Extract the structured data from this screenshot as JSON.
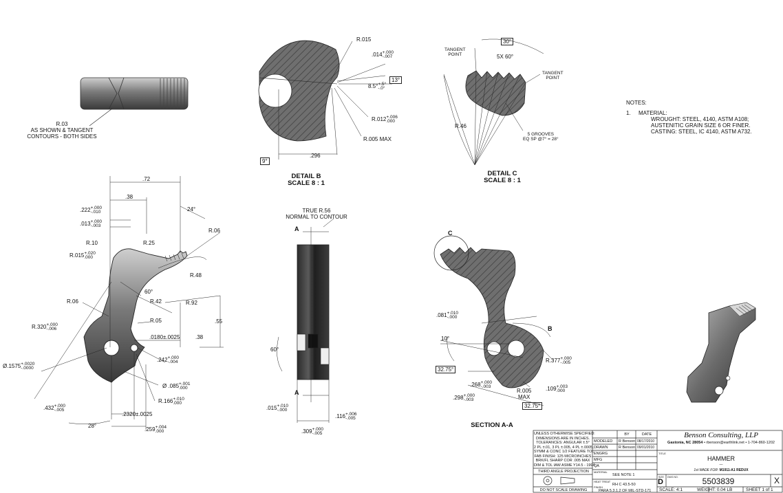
{
  "notes": {
    "heading": "NOTES:",
    "item_no": "1.",
    "lines": [
      "MATERIAL:",
      "WROUGHT:  STEEL, 4140, ASTM A108;",
      "AUSTENITIC GRAIN SIZE 6 OR FINER.",
      "CASTING:  STEEL, IC 4140, ASTM A732."
    ]
  },
  "views": {
    "detail_b": {
      "title": "DETAIL B",
      "scale": "SCALE 8 : 1"
    },
    "detail_c": {
      "title": "DETAIL C",
      "scale": "SCALE 8 : 1"
    },
    "section": {
      "title": "SECTION A-A"
    },
    "top_note": {
      "l1": "R.03",
      "l2": "AS SHOWN & TANGENT",
      "l3": "CONTOURS - BOTH SIDES"
    }
  },
  "dims": {
    "b_r015": "R.015",
    "b_014": ".014",
    "b_014_t1": "+.000",
    "b_014_t2": "-.007",
    "b_85": "8.5°",
    "b_85_t1": "+.5°",
    "b_85_t2": "-.0°",
    "b_13": "13°",
    "b_r012": "R.012",
    "b_r012_t1": "+.006",
    "b_r012_t2": ".000",
    "b_r005": "R.005 MAX",
    "b_296": ".296",
    "b_9": "9°",
    "c_30": "30°",
    "c_tan1a": "TANGENT",
    "c_tan1b": "POINT",
    "c_5x60": "5X 60°",
    "c_tan2a": "TANGENT",
    "c_tan2b": "POINT",
    "c_r46": "R.46",
    "c_grv1": "5 GROOVES",
    "c_grv2": "EQ SP @7° = 28°",
    "m_72": ".72",
    "m_38": ".38",
    "m_24": "24°",
    "m_222": ".222",
    "m_222_t1": "+.000",
    "m_222_t2": "-.010",
    "m_013": ".013",
    "m_013_t1": "+.000",
    "m_013_t2": "-.003",
    "m_r06a": "R.06",
    "m_r10": "R.10",
    "m_r25": "R.25",
    "m_r015": "R.015",
    "m_r015_t1": "+.020",
    "m_r015_t2": ".000",
    "m_r48": "R.48",
    "m_60": "60°",
    "m_r42": "R.42",
    "m_r92": "R.92",
    "m_r06b": "R.06",
    "m_55": ".55",
    "m_r05": "R.05",
    "m_r320": "R.320",
    "m_r320_t1": "+.000",
    "m_r320_t2": "-.006",
    "m_0180": ".0180±.0025",
    "m_38b": ".38",
    "m_1575": "Ø.1575",
    "m_1575_t1": "+.0020",
    "m_1575_t2": "-.0000",
    "m_242": ".242",
    "m_242_t1": "+.000",
    "m_242_t2": "-.004",
    "m_085": "Ø .085",
    "m_085_t1": "+.001",
    "m_085_t2": ".000",
    "m_r166": "R.166",
    "m_r166_t1": "+.010",
    "m_r166_t2": ".000",
    "m_432": ".432",
    "m_432_t1": "+.000",
    "m_432_t2": "-.005",
    "m_2320": ".2320±.0025",
    "m_28": "28°",
    "m_259": ".259",
    "m_259_t1": "+.004",
    "m_259_t2": ".000",
    "s_true1": "TRUE R.56",
    "s_true2": "NORMAL TO CONTOUR",
    "s_a1": "A",
    "s_a2": "A",
    "s_60": "60°",
    "s_015": ".015",
    "s_015_t1": "+.010",
    "s_015_t2": "-.000",
    "s_116": ".116",
    "s_116_t1": "+.006",
    "s_116_t2": "-.005",
    "s_309": ".309",
    "s_309_t1": "+.000",
    "s_309_t2": "-.005",
    "a_c": "C",
    "a_081": ".081",
    "a_081_t1": "+.010",
    "a_081_t2": "-.000",
    "a_10": "10°",
    "a_b": "B",
    "a_3275a": "32.75°",
    "a_268": ".268",
    "a_268_t1": "+.000",
    "a_268_t2": "-.003",
    "a_298": ".298",
    "a_298_t1": "+.000",
    "a_298_t2": "-.003",
    "a_r005a": "R.005",
    "a_r005b": "MAX",
    "a_r377": "R.377",
    "a_r377_t1": "+.000",
    "a_r377_t2": "-.005",
    "a_109": ".109",
    "a_109_t1": "+.003",
    "a_109_t2": ".000",
    "a_3275b": "32.75°"
  },
  "title_block": {
    "notes_lines": [
      "UNLESS OTHERWISE SPECIFIED:",
      "DIMENSIONS ARE IN INCHES.",
      "TOLERANCES: ANGULAR ±.5°",
      "2 PL ±.01, 3 PL ±.005, 4 PL ±.0005,",
      "SYMM & CONC 1/2 FEATURE TOL",
      "FAB FINISH: 125 MICROINCHES",
      "BRK/FL SHARP COR .005 MAX",
      "DIM & TOL IAW ASME Y14.5 - 1994"
    ],
    "projection": "THIRD ANGLE PROJECTION",
    "do_not_scale": "DO NOT SCALE DRAWING",
    "hdr_by": "BY",
    "hdr_date": "DATE",
    "rows": [
      {
        "label": "MODELED",
        "by": "R Benson",
        "date": "08/17/2010"
      },
      {
        "label": "DRAWN",
        "by": "R Benson",
        "date": "09/01/2010"
      },
      {
        "label": "ENGRG",
        "by": "",
        "date": ""
      },
      {
        "label": "MFG",
        "by": "",
        "date": ""
      },
      {
        "label": "QA",
        "by": "",
        "date": ""
      }
    ],
    "material_label": "MATERIAL",
    "material": "SEE NOTE 1",
    "heat_treat_label": "HEAT TREAT",
    "heat_treat": "RH C 43.5-50",
    "finish_label": "FINISH",
    "finish": "PARA 5.3.1.2 OF MIL-STD-171",
    "company": "Benson Consulting, LLP",
    "address": "Gastonia, NC 28054",
    "contact": "• rbenson@earthlink.net  •  1-704-860-1202",
    "title_label": "TITLE",
    "title": "HAMMER",
    "title_sub": "—",
    "made_for_label": "1st MADE FOR:",
    "made_for": "M1911-A1 REDUX",
    "size_label": "SIZE",
    "size": "D",
    "dwg_label": "DWG NO.",
    "dwg_no": "5503839",
    "rev": "X",
    "scale": "SCALE:  4:1",
    "weight": "WEIGHT:  0.04 LB",
    "sheet": "SHEET 1 of 1"
  }
}
